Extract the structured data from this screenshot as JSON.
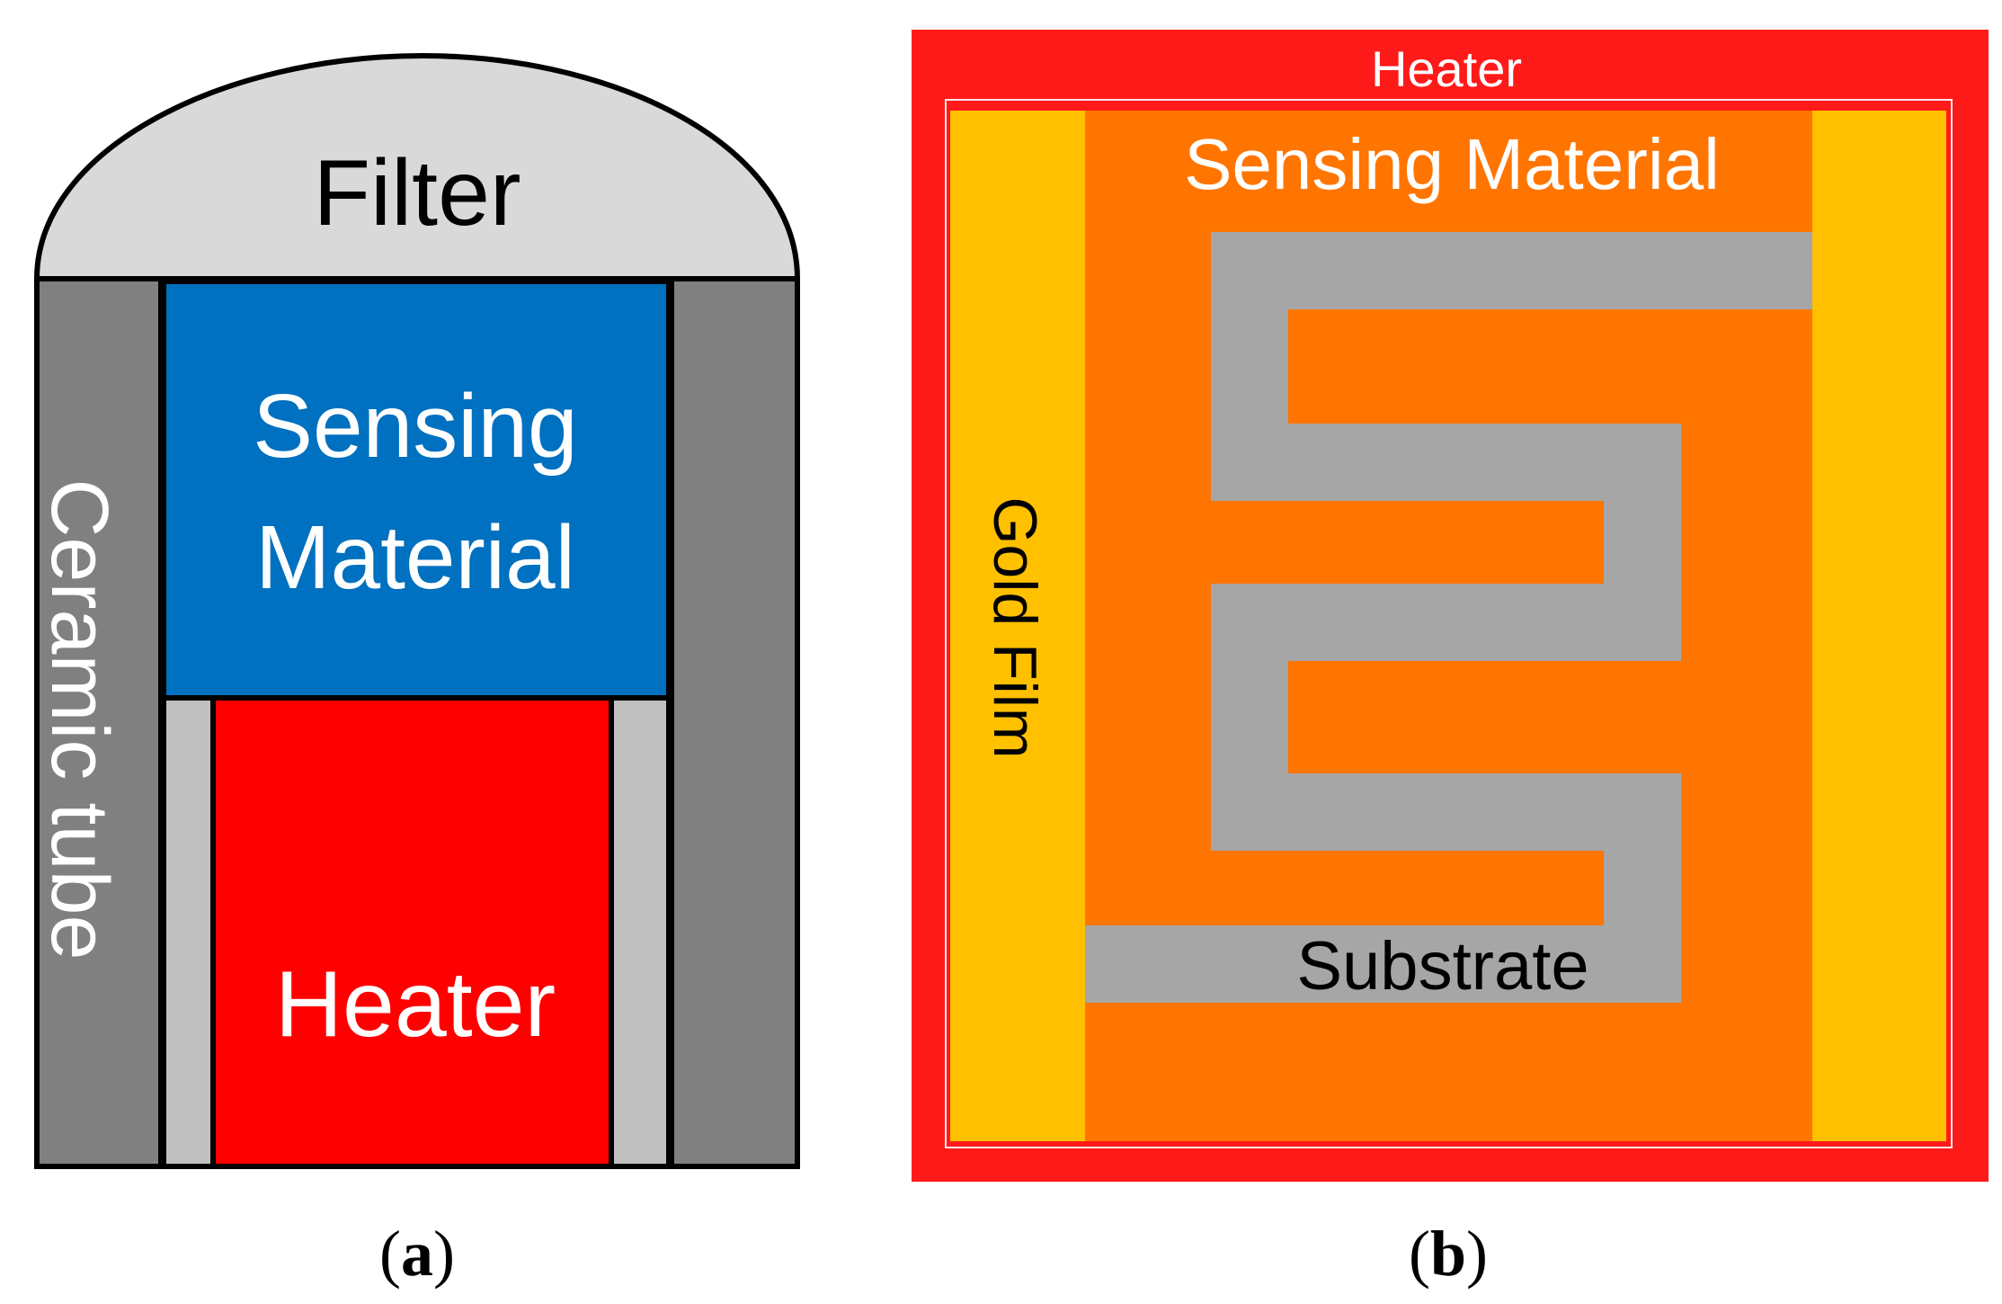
{
  "panel_a": {
    "filter_label": "Filter",
    "sensing_line1": "Sensing",
    "sensing_line2": "Material",
    "heater_label": "Heater",
    "tube_label": "Ceramic tube",
    "caption_open": "(",
    "caption_letter": "a",
    "caption_close": ")"
  },
  "panel_b": {
    "heater_label": "Heater",
    "sensing_label": "Sensing Material",
    "gold_label": "Gold Film",
    "substrate_label": "Substrate",
    "caption_open": "(",
    "caption_letter": "b",
    "caption_close": ")"
  },
  "colors": {
    "filter": "#d9d9d9",
    "tube": "#808080",
    "spacer": "#c0c0c0",
    "sensing_blue": "#0070c0",
    "heater_red": "#ff0000",
    "heater_frame": "#ff1a1a",
    "sensing_orange": "#ff7500",
    "gold": "#ffc000",
    "substrate": "#a6a6a6",
    "outline": "#000000"
  }
}
